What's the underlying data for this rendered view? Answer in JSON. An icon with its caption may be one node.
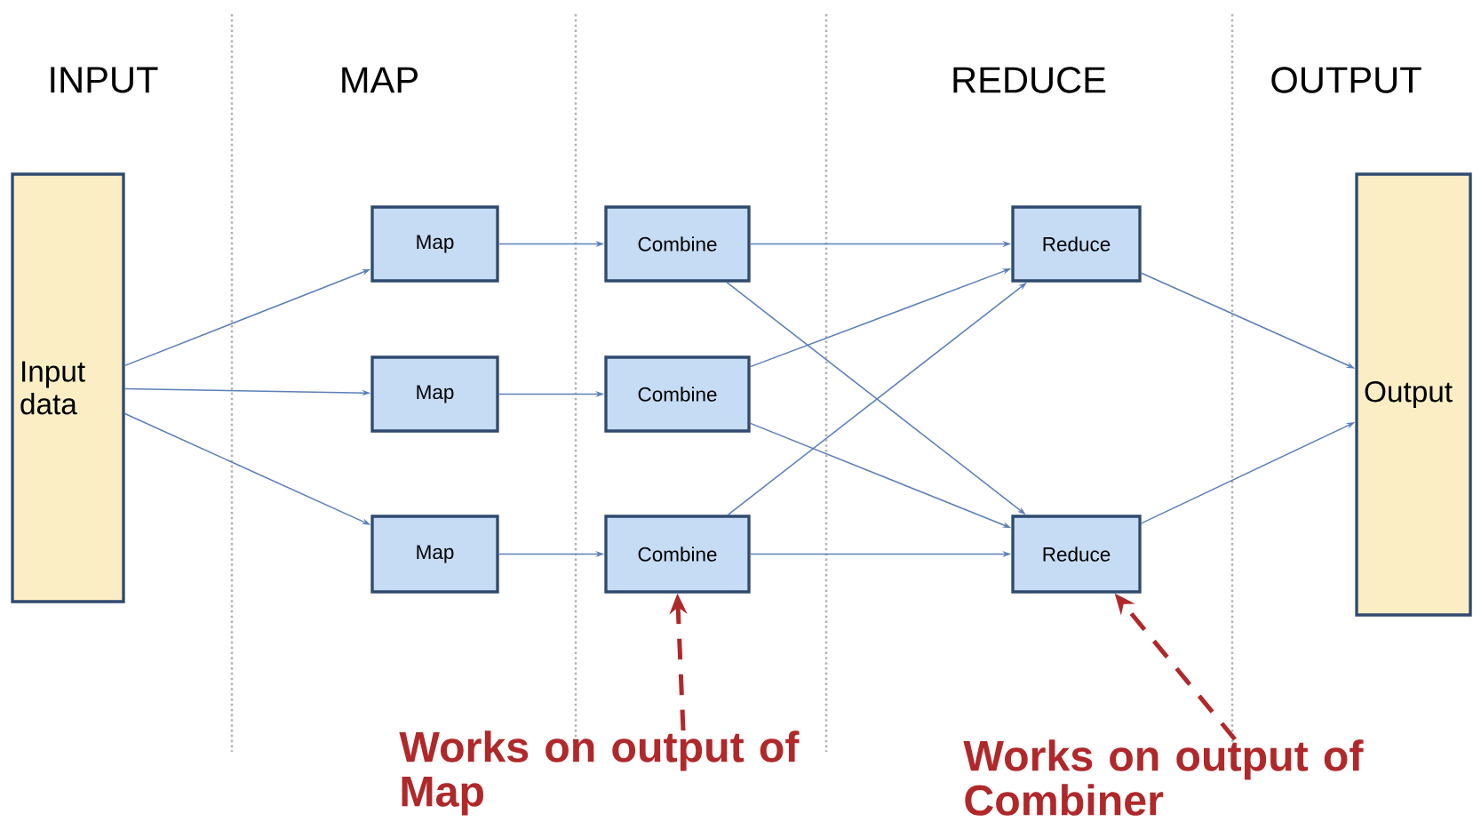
{
  "diagram": {
    "nodes": [
      {
        "text": [
          "Input data"
        ]
      },
      {
        "text": [
          "Map"
        ]
      },
      {
        "text": [
          "Map"
        ]
      },
      {
        "text": [
          "Map"
        ]
      },
      {
        "text": [
          "Combine"
        ]
      },
      {
        "text": [
          "Combine"
        ]
      },
      {
        "text": [
          "Combine"
        ]
      },
      {
        "text": [
          "Reduce"
        ]
      },
      {
        "text": [
          "Reduce"
        ]
      },
      {
        "text": [
          "Output"
        ]
      },
      {
        "text": [
          "Works on output of Map"
        ]
      },
      {
        "text": [
          "Works on output of Combiner"
        ]
      }
    ],
    "edges": [
      {
        "from": 0,
        "to": 1,
        "arrow": "to"
      },
      {
        "from": 0,
        "to": 2,
        "arrow": "to"
      },
      {
        "from": 0,
        "to": 3,
        "arrow": "to"
      },
      {
        "from": 1,
        "to": 4,
        "arrow": "to"
      },
      {
        "from": 2,
        "to": 5,
        "arrow": "to"
      },
      {
        "from": 3,
        "to": 6,
        "arrow": "to"
      },
      {
        "from": 4,
        "to": 7,
        "arrow": "to"
      },
      {
        "from": 4,
        "to": 8,
        "arrow": "to"
      },
      {
        "from": 5,
        "to": 7,
        "arrow": "to"
      },
      {
        "from": 5,
        "to": 8,
        "arrow": "to"
      },
      {
        "from": 6,
        "to": 7,
        "arrow": "to"
      },
      {
        "from": 6,
        "to": 8,
        "arrow": "to"
      },
      {
        "from": 7,
        "to": 9,
        "arrow": "to"
      },
      {
        "from": 8,
        "to": 9,
        "arrow": "to"
      },
      {
        "from": 10,
        "to": 6,
        "arrow": "to",
        "style": "dashed",
        "color": "#b0282a"
      },
      {
        "from": 11,
        "to": 8,
        "arrow": "to",
        "style": "dashed",
        "color": "#b0282a"
      }
    ],
    "labels": [
      "INPUT",
      "MAP",
      "REDUCE",
      "OUTPUT"
    ]
  }
}
